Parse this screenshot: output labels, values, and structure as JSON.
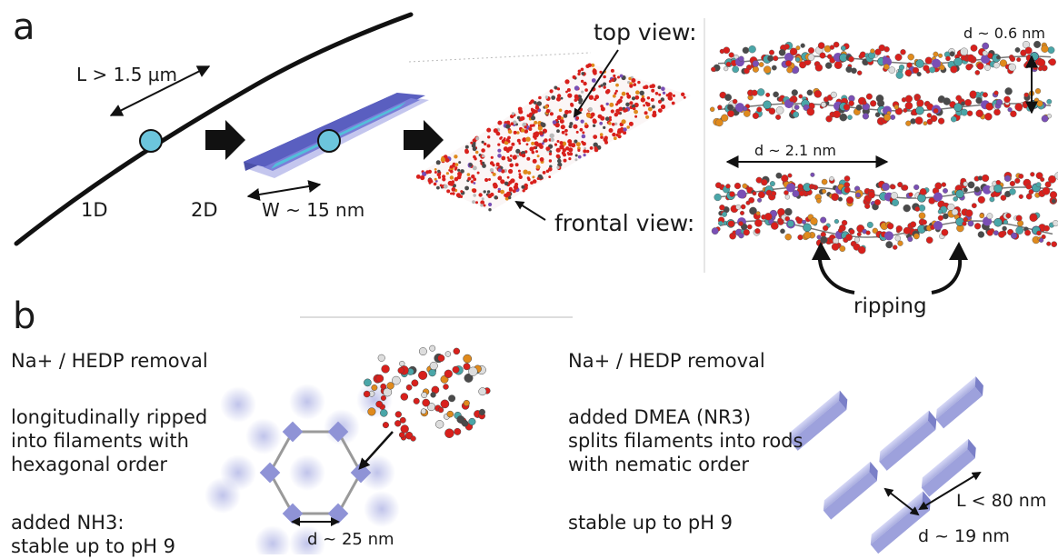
{
  "panel_a": {
    "letter": "a",
    "length_label": "L > 1.5 µm",
    "label_1d": "1D",
    "label_2d": "2D",
    "width_label": "W ~ 15 nm",
    "top_view": "top view:",
    "frontal_view": "frontal view:",
    "d_small": "d ~ 0.6 nm",
    "d_wide": "d ~ 2.1 nm",
    "ripping": "ripping"
  },
  "panel_b": {
    "letter": "b",
    "left": {
      "line1": "Na+ / HEDP removal",
      "line2": "longitudinally ripped",
      "line3": "into filaments with",
      "line4": "hexagonal order",
      "line5": "added NH3:",
      "line6": "stable up to pH 9",
      "d_label": "d ~ 25 nm"
    },
    "right": {
      "line1": "Na+ / HEDP removal",
      "line2": "added DMEA (NR3)",
      "line3": "splits filaments into rods",
      "line4": "with nematic order",
      "line5": "stable up to pH 9",
      "l_label": "L < 80 nm",
      "d_label": "d ~ 19 nm"
    }
  },
  "colors": {
    "ribbon_dark": "#5a5fb8",
    "ribbon_light": "#9aa0e0",
    "ribbon_cyan": "#4fc6da",
    "oxygen": "#d8201c",
    "phosphorus": "#e08a1c",
    "carbon": "#4a4a4a",
    "sodium": "#7a4fb5",
    "metal": "#4aa6a8",
    "hydrogen": "#dddddd"
  }
}
